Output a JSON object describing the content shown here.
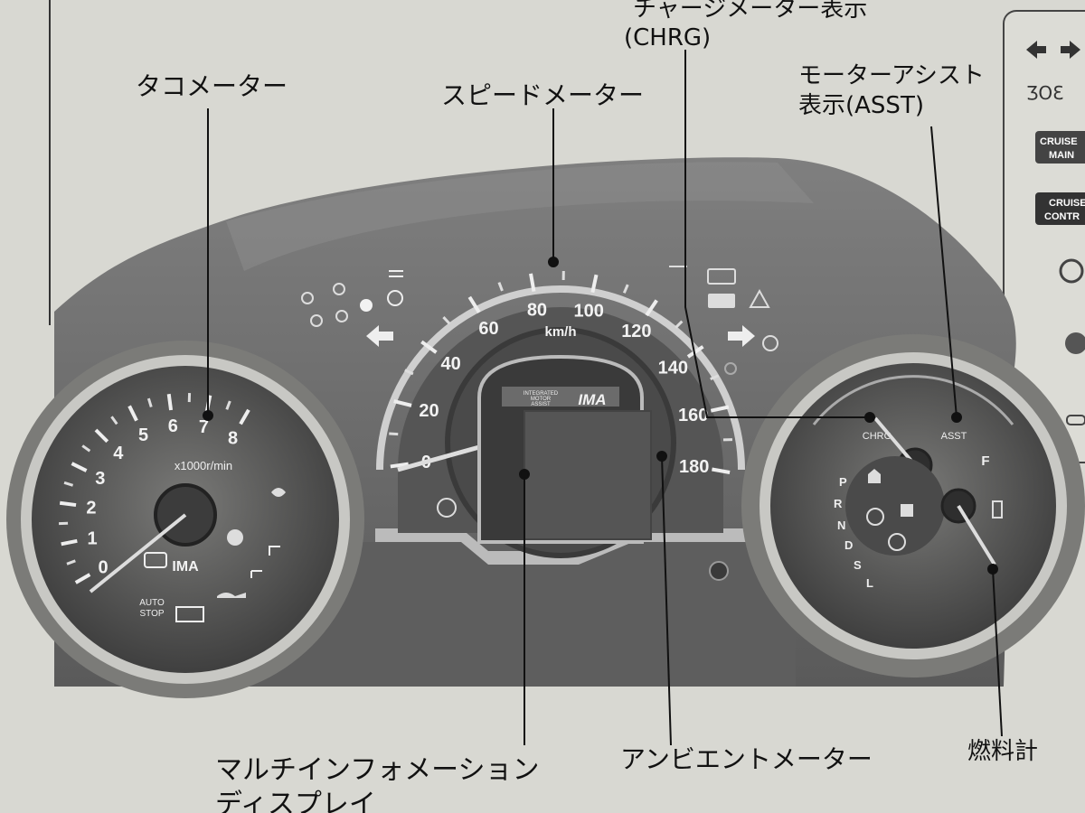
{
  "labels": {
    "tachometer": "タコメーター",
    "speedometer": "スピードメーター",
    "charge_line1": "チャージメーター表示",
    "charge_line2": "(CHRG)",
    "assist_line1": "モーターアシスト",
    "assist_line2": "表示(ASST)",
    "multi_line1": "マルチインフォメーション",
    "multi_line2": "ディスプレイ",
    "ambient": "アンビエントメーター",
    "fuel": "燃料計"
  },
  "tachometer": {
    "unit": "x1000r/min",
    "ticks": [
      "0",
      "1",
      "2",
      "3",
      "4",
      "5",
      "6",
      "7",
      "8"
    ],
    "badge": "IMA",
    "auto_stop_line1": "AUTO",
    "auto_stop_line2": "STOP"
  },
  "speedometer": {
    "unit": "km/h",
    "ticks": [
      "0",
      "20",
      "40",
      "60",
      "80",
      "100",
      "120",
      "140",
      "160",
      "180"
    ],
    "logo_text": "IMA",
    "logo_small_1": "INTEGRATED",
    "logo_small_2": "MOTOR",
    "logo_small_3": "ASSIST"
  },
  "right_gauge": {
    "chrg": "CHRG",
    "asst": "ASST",
    "fuel_full": "F",
    "gears": [
      "P",
      "R",
      "N",
      "D",
      "S",
      "L"
    ]
  },
  "sidebar": {
    "cruise_main_1": "CRUISE",
    "cruise_main_2": "MAIN",
    "cruise_ctrl_1": "CRUISE",
    "cruise_ctrl_2": "CONTR"
  }
}
